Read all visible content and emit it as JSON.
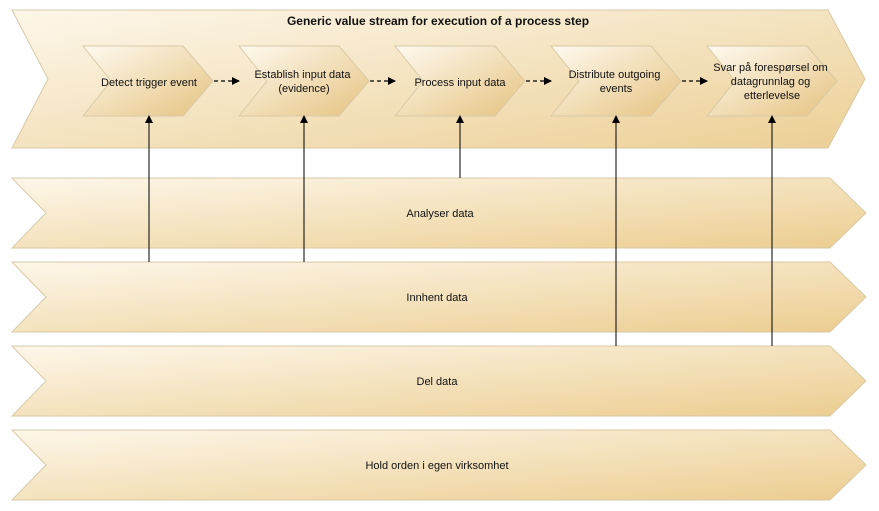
{
  "value_stream": {
    "title": "Generic value stream for execution of a process step",
    "steps": [
      {
        "lines": [
          "Detect  trigger event"
        ]
      },
      {
        "lines": [
          "Establish input data",
          "(evidence)"
        ]
      },
      {
        "lines": [
          "Process input data"
        ]
      },
      {
        "lines": [
          "Distribute outgoing",
          "events"
        ]
      },
      {
        "lines": [
          "Svar på forespørsel om",
          "datagrunnlag og",
          "etterlevelse"
        ]
      }
    ]
  },
  "capabilities": [
    {
      "label": "Analyser data"
    },
    {
      "label": "Innhent data"
    },
    {
      "label": "Del data"
    },
    {
      "label": "Hold orden i egen virksomhet"
    }
  ],
  "colors": {
    "fill_light": "#fdf6e8",
    "fill_dark": "#e9c98a",
    "outline": "#cfbf9a",
    "connector": "#000000"
  }
}
